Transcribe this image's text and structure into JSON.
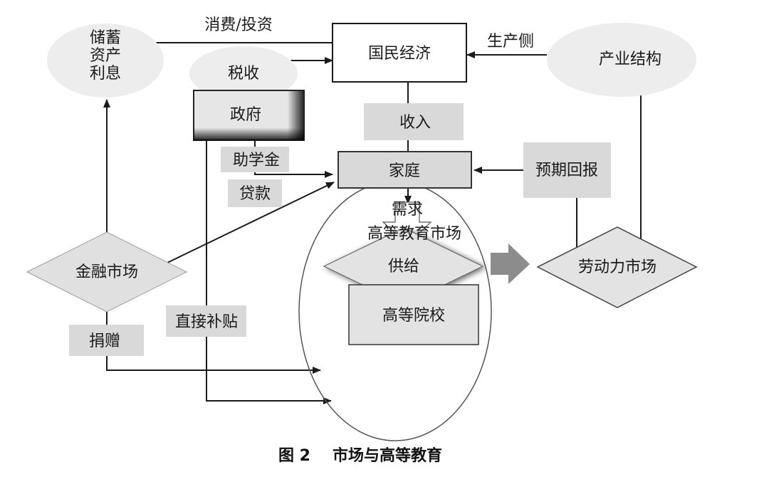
{
  "title": "图 2  市场与高等教育",
  "caption": {
    "figure_no": "图 2",
    "text": "市场与高等教育"
  },
  "nodes": {
    "savings": {
      "lines": [
        "储蓄",
        "资产",
        "利息"
      ]
    },
    "tax": "税收",
    "government": "政府",
    "national_economy": "国民经济",
    "industry_structure": "产业结构",
    "income": "收入",
    "family": "家庭",
    "expected_return": "预期回报",
    "financial_market": "金融市场",
    "labor_market": "劳动力市场",
    "demand": "需求",
    "higher_ed_market": "高等教育市场",
    "supply": "供给",
    "universities": "高等院校"
  },
  "edge_labels": {
    "consumption_investment": "消费/投资",
    "production_side": "生产侧",
    "grants": "助学金",
    "loans": "贷款",
    "direct_subsidy": "直接补贴",
    "donation": "捐赠"
  },
  "colors": {
    "box_fill": "#d9d9d9",
    "ellipse_fill": "#ededed",
    "diamond_fill": "#e3e3e3",
    "arrow_block": "#8c8c8c",
    "line": "#1a1a1a"
  }
}
